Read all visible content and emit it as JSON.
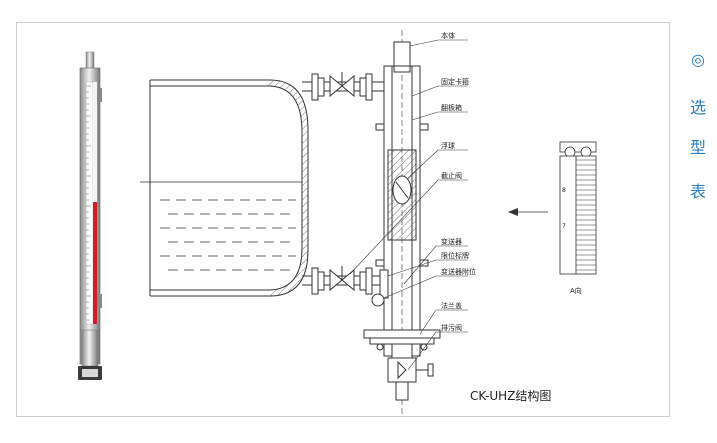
{
  "labels": {
    "body": "本体",
    "clamp": "固定卡箍",
    "flap_box": "翻板箱",
    "float": "浮球",
    "stop_valve": "截止阀",
    "transmitter": "变送器",
    "limit_switch": "限位标牌",
    "transmitter_attach": "变送器附位",
    "flange_cover": "法兰盖",
    "drain_valve": "排污阀",
    "view_a": "A向",
    "scale_8": "8",
    "scale_7": "7"
  },
  "caption": "CK-UHZ结构图",
  "side_text": [
    "◎",
    "选",
    "型",
    "表"
  ],
  "colors": {
    "accent": "#2a7fbf",
    "indicator_red": "#cc1f2a",
    "line": "#333333"
  }
}
